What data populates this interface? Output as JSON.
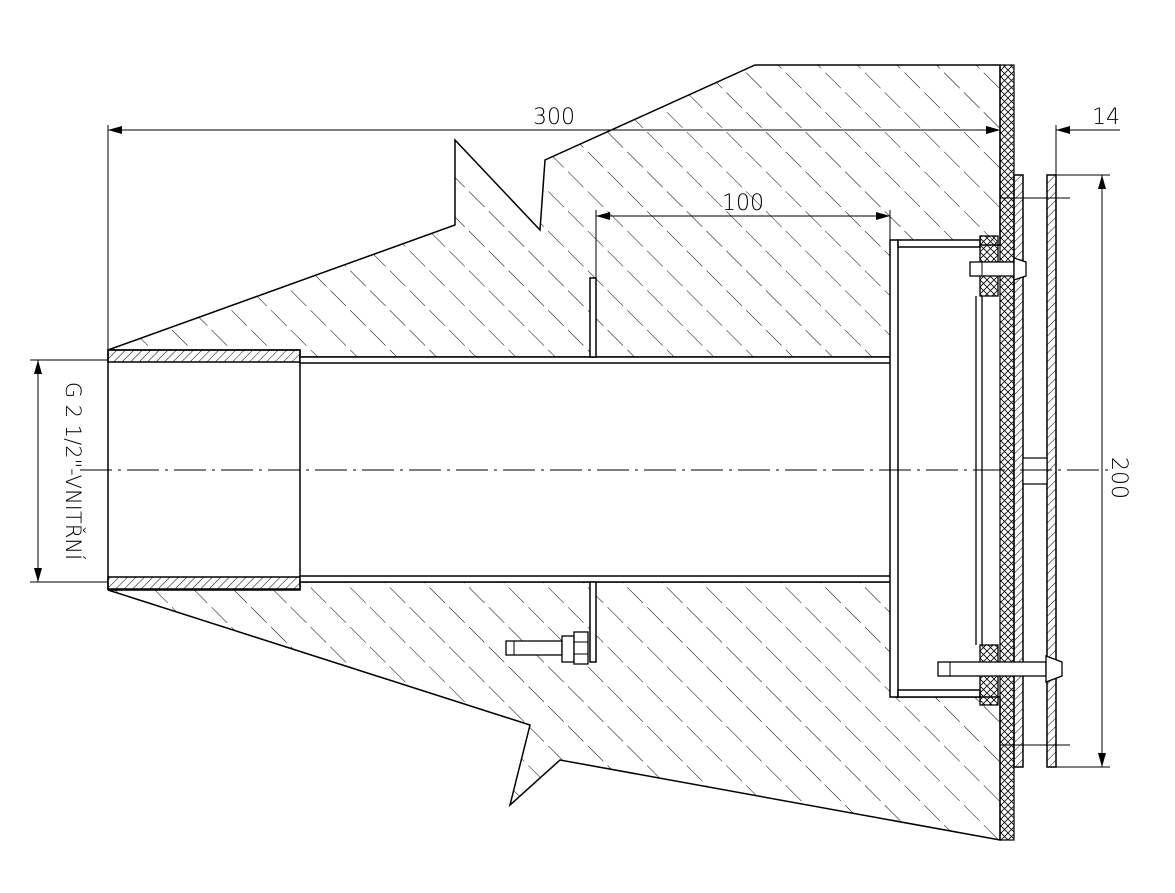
{
  "dimensions": {
    "overall_length": "300",
    "sleeve_offset": "100",
    "flange_thickness": "14",
    "flange_height": "200"
  },
  "thread_label": "G 2 1/2\"-VNITŘNÍ",
  "colors": {
    "line": "#000000",
    "background": "#ffffff"
  }
}
